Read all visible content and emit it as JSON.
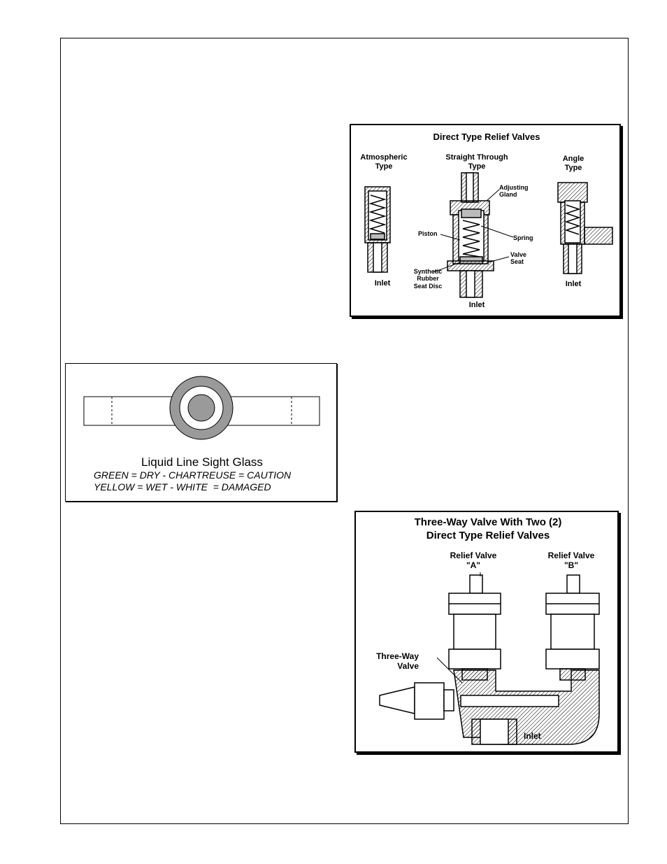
{
  "relief_valves_figure": {
    "title": "Direct Type Relief Valves",
    "atmospheric": "Atmospheric\nType",
    "straight_through": "Straight Through\nType",
    "angle": "Angle\nType",
    "adjusting_gland": "Adjusting\nGland",
    "piston": "Piston",
    "spring": "Spring",
    "valve_seat": "Valve\nSeat",
    "synthetic": "Synthetic\nRubber\nSeat Disc",
    "inlet_left": "Inlet",
    "inlet_center": "Inlet",
    "inlet_right": "Inlet"
  },
  "sight_glass_figure": {
    "title": "Liquid Line Sight Glass",
    "line1": "GREEN = DRY - CHARTREUSE = CAUTION",
    "line2": "YELLOW = WET - WHITE  = DAMAGED"
  },
  "three_way_figure": {
    "title_line1": "Three-Way Valve With Two (2)",
    "title_line2": "Direct Type Relief Valves",
    "relief_a": "Relief Valve\n\"A\"",
    "relief_b": "Relief Valve\n\"B\"",
    "three_way_valve": "Three-Way\nValve",
    "inlet": "Inlet"
  }
}
